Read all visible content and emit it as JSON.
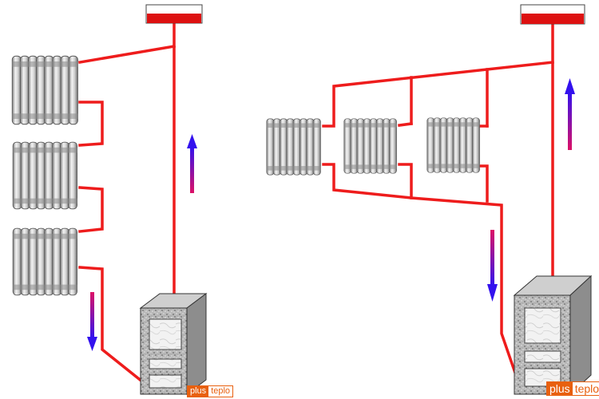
{
  "colors": {
    "pipe": "#ee1c1c",
    "tank_fill": "#dd1111",
    "radiator": "#c9c9c9",
    "arrow_hot": "#dd1166",
    "arrow_cold": "#3311ee",
    "logo": "#e8600f"
  },
  "diagrams": [
    {
      "id": "single-pipe-series",
      "radiator_count": 3,
      "flow_up_arrow": true,
      "flow_down_arrow": true
    },
    {
      "id": "parallel-branches",
      "radiator_count": 3,
      "flow_up_arrow": true,
      "flow_down_arrow": true
    }
  ],
  "logo": {
    "part1": "plus",
    "part2": "teplo"
  },
  "icons": [
    "expansion-tank-icon",
    "radiator-icon",
    "boiler-icon",
    "flow-up-arrow-icon",
    "flow-down-arrow-icon"
  ]
}
